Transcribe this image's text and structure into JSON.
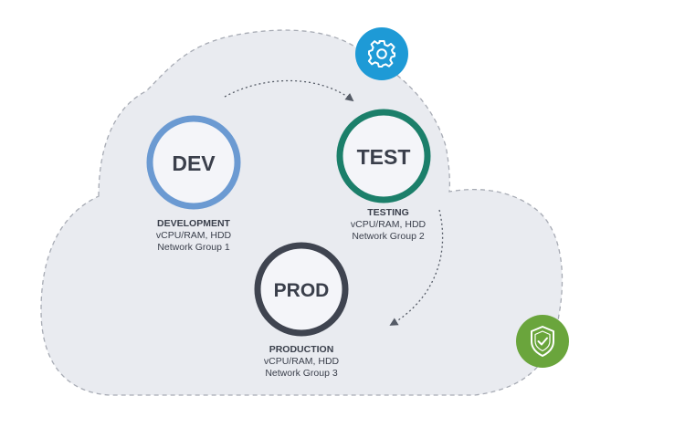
{
  "environments": {
    "dev": {
      "short": "DEV",
      "title": "DEVELOPMENT",
      "line1": "vCPU/RAM, HDD",
      "line2": "Network Group 1",
      "color": "#6b9ad2"
    },
    "test": {
      "short": "TEST",
      "title": "TESTING",
      "line1": "vCPU/RAM, HDD",
      "line2": "Network Group 2",
      "color": "#1b7f6a"
    },
    "prod": {
      "short": "PROD",
      "title": "PRODUCTION",
      "line1": "vCPU/RAM, HDD",
      "line2": "Network Group 3",
      "color": "#3f4450"
    }
  },
  "badges": {
    "settings": {
      "icon": "gear-icon",
      "color": "#1e9ad6"
    },
    "security": {
      "icon": "shield-check-icon",
      "color": "#6aa53c"
    }
  },
  "colors": {
    "cloud_fill": "#e9ebf0",
    "cloud_stroke": "#a7abb4",
    "node_fill": "#f4f5f9",
    "text": "#3a3f4b"
  }
}
